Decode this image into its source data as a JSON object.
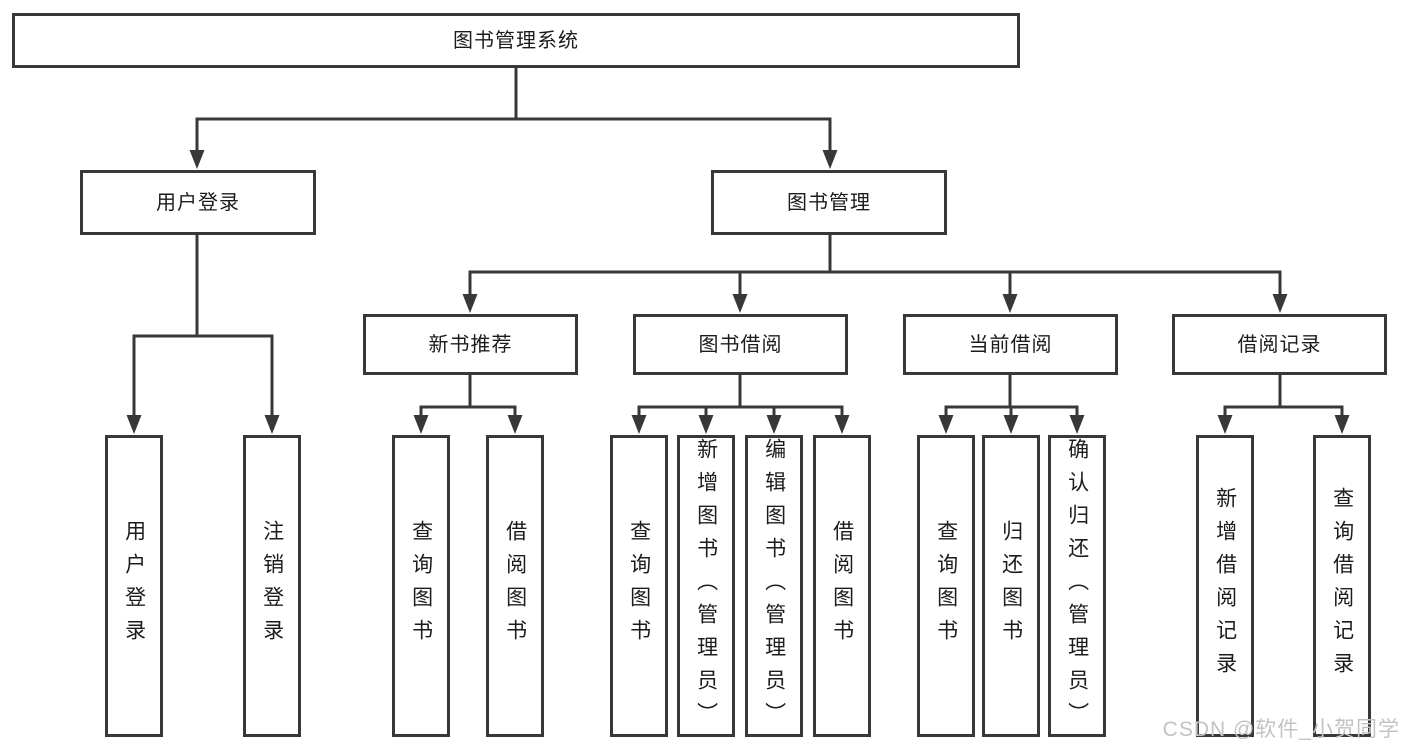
{
  "diagram": {
    "root": "图书管理系统",
    "user_branch": {
      "label": "用户登录",
      "leaves": [
        "用户登录",
        "注销登录"
      ]
    },
    "mgmt_branch": {
      "label": "图书管理",
      "sections": [
        {
          "label": "新书推荐",
          "leaves": [
            "查询图书",
            "借阅图书"
          ]
        },
        {
          "label": "图书借阅",
          "leaves": [
            "查询图书",
            "新增图书（管理员）",
            "编辑图书（管理员）",
            "借阅图书"
          ]
        },
        {
          "label": "当前借阅",
          "leaves": [
            "查询图书",
            "归还图书",
            "确认归还（管理员）"
          ]
        },
        {
          "label": "借阅记录",
          "leaves": [
            "新增借阅记录",
            "查询借阅记录"
          ]
        }
      ]
    }
  },
  "watermark": {
    "text": "CSDN @软件_小贺同学"
  },
  "colors": {
    "line": "#383838",
    "box_fill": "#ffffff",
    "text": "#1c1c1c",
    "watermark": "#c3c3c3"
  }
}
